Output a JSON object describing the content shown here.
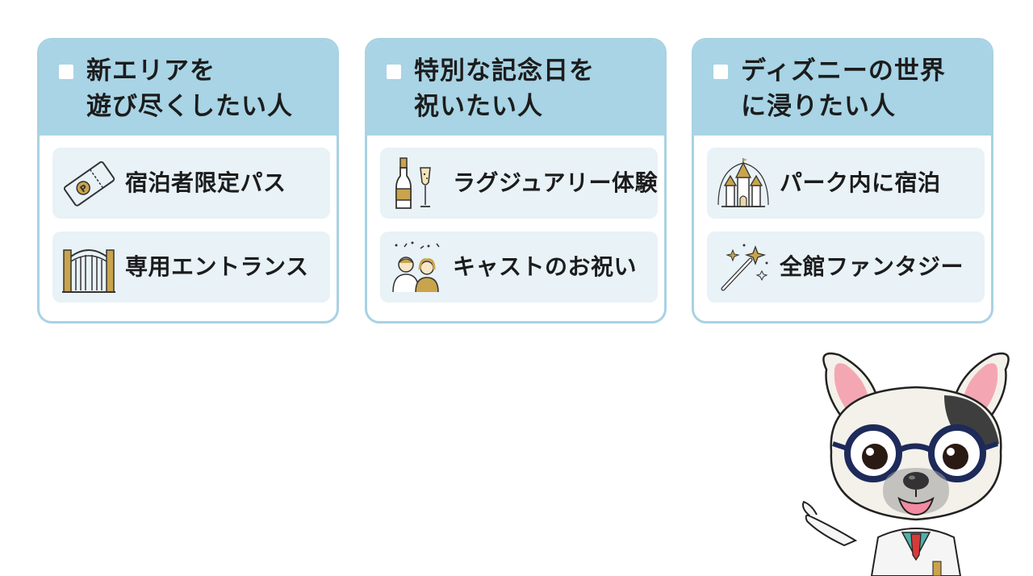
{
  "cards": [
    {
      "title_line1": "新エリアを",
      "title_line2": "遊び尽くしたい人",
      "items": [
        {
          "label": "宿泊者限定パス",
          "icon": "parking-ticket-icon"
        },
        {
          "label": "専用エントランス",
          "icon": "gate-icon"
        }
      ]
    },
    {
      "title_line1": "特別な記念日を",
      "title_line2": "祝いたい人",
      "items": [
        {
          "label": "ラグジュアリー体験",
          "icon": "champagne-icon"
        },
        {
          "label": "キャストのお祝い",
          "icon": "celebrating-people-icon"
        }
      ]
    },
    {
      "title_line1": "ディズニーの世界",
      "title_line2": "に浸りたい人",
      "items": [
        {
          "label": "パーク内に宿泊",
          "icon": "castle-icon"
        },
        {
          "label": "全館ファンタジー",
          "icon": "magic-wand-icon"
        }
      ]
    }
  ],
  "colors": {
    "header_bg": "#a8d4e5",
    "card_border": "#a9d2e3",
    "item_bg": "#e8f2f7",
    "gold": "#c9a44c"
  },
  "mascot": "french-bulldog-doctor-icon"
}
